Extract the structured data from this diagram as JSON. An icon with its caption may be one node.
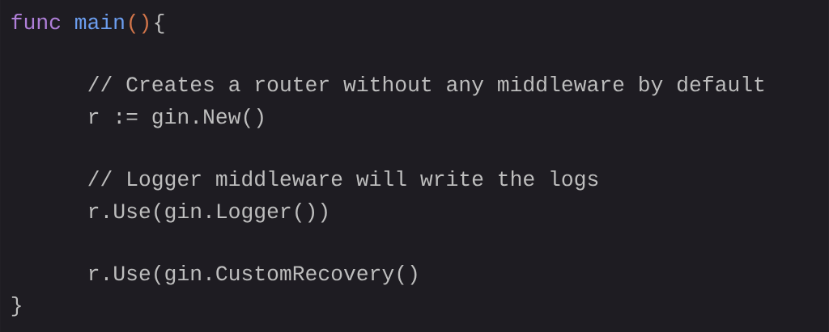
{
  "diagram": {
    "labels": [
      "func",
      "main",
      "()",
      "{",
      "// Creates a router without any middleware by default",
      "r := gin.New()",
      "// Logger middleware will write the logs",
      "r.Use(gin.Logger())",
      "r.Use(gin.CustomRecovery()",
      "}"
    ]
  }
}
